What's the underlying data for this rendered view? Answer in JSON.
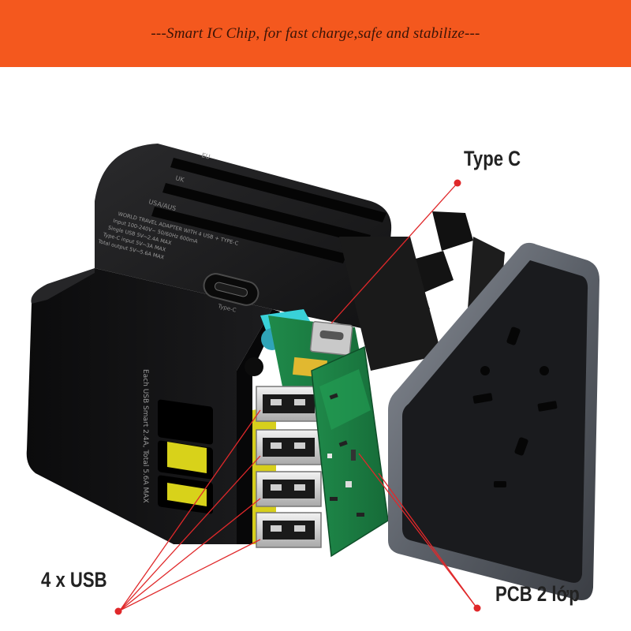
{
  "banner": {
    "text": "---Smart IC Chip, for fast charge,safe and stabilize---",
    "color": "#f4581e"
  },
  "callouts": {
    "type_c": "Type C",
    "usb": "4 x USB",
    "pcb": "PCB 2 lớp",
    "line_color": "#e0282a"
  },
  "device": {
    "slider_labels": [
      "EU",
      "UK",
      "USA/AUS"
    ],
    "spec_lines": [
      "WORLD TRAVEL ADAPTER WITH 4 USB + TYPE-C",
      "Input 100-240V~ 50/60Hz 600mA",
      "Single USB 5V⎓2.4A MAX",
      "Type-C input 5V⎓3A MAX",
      "Total output 5V⎓5.6A MAX"
    ],
    "typec_port_label": "Type-C",
    "side_text": "Each USB Smart 2.4A, Total 5.6A MAX"
  }
}
